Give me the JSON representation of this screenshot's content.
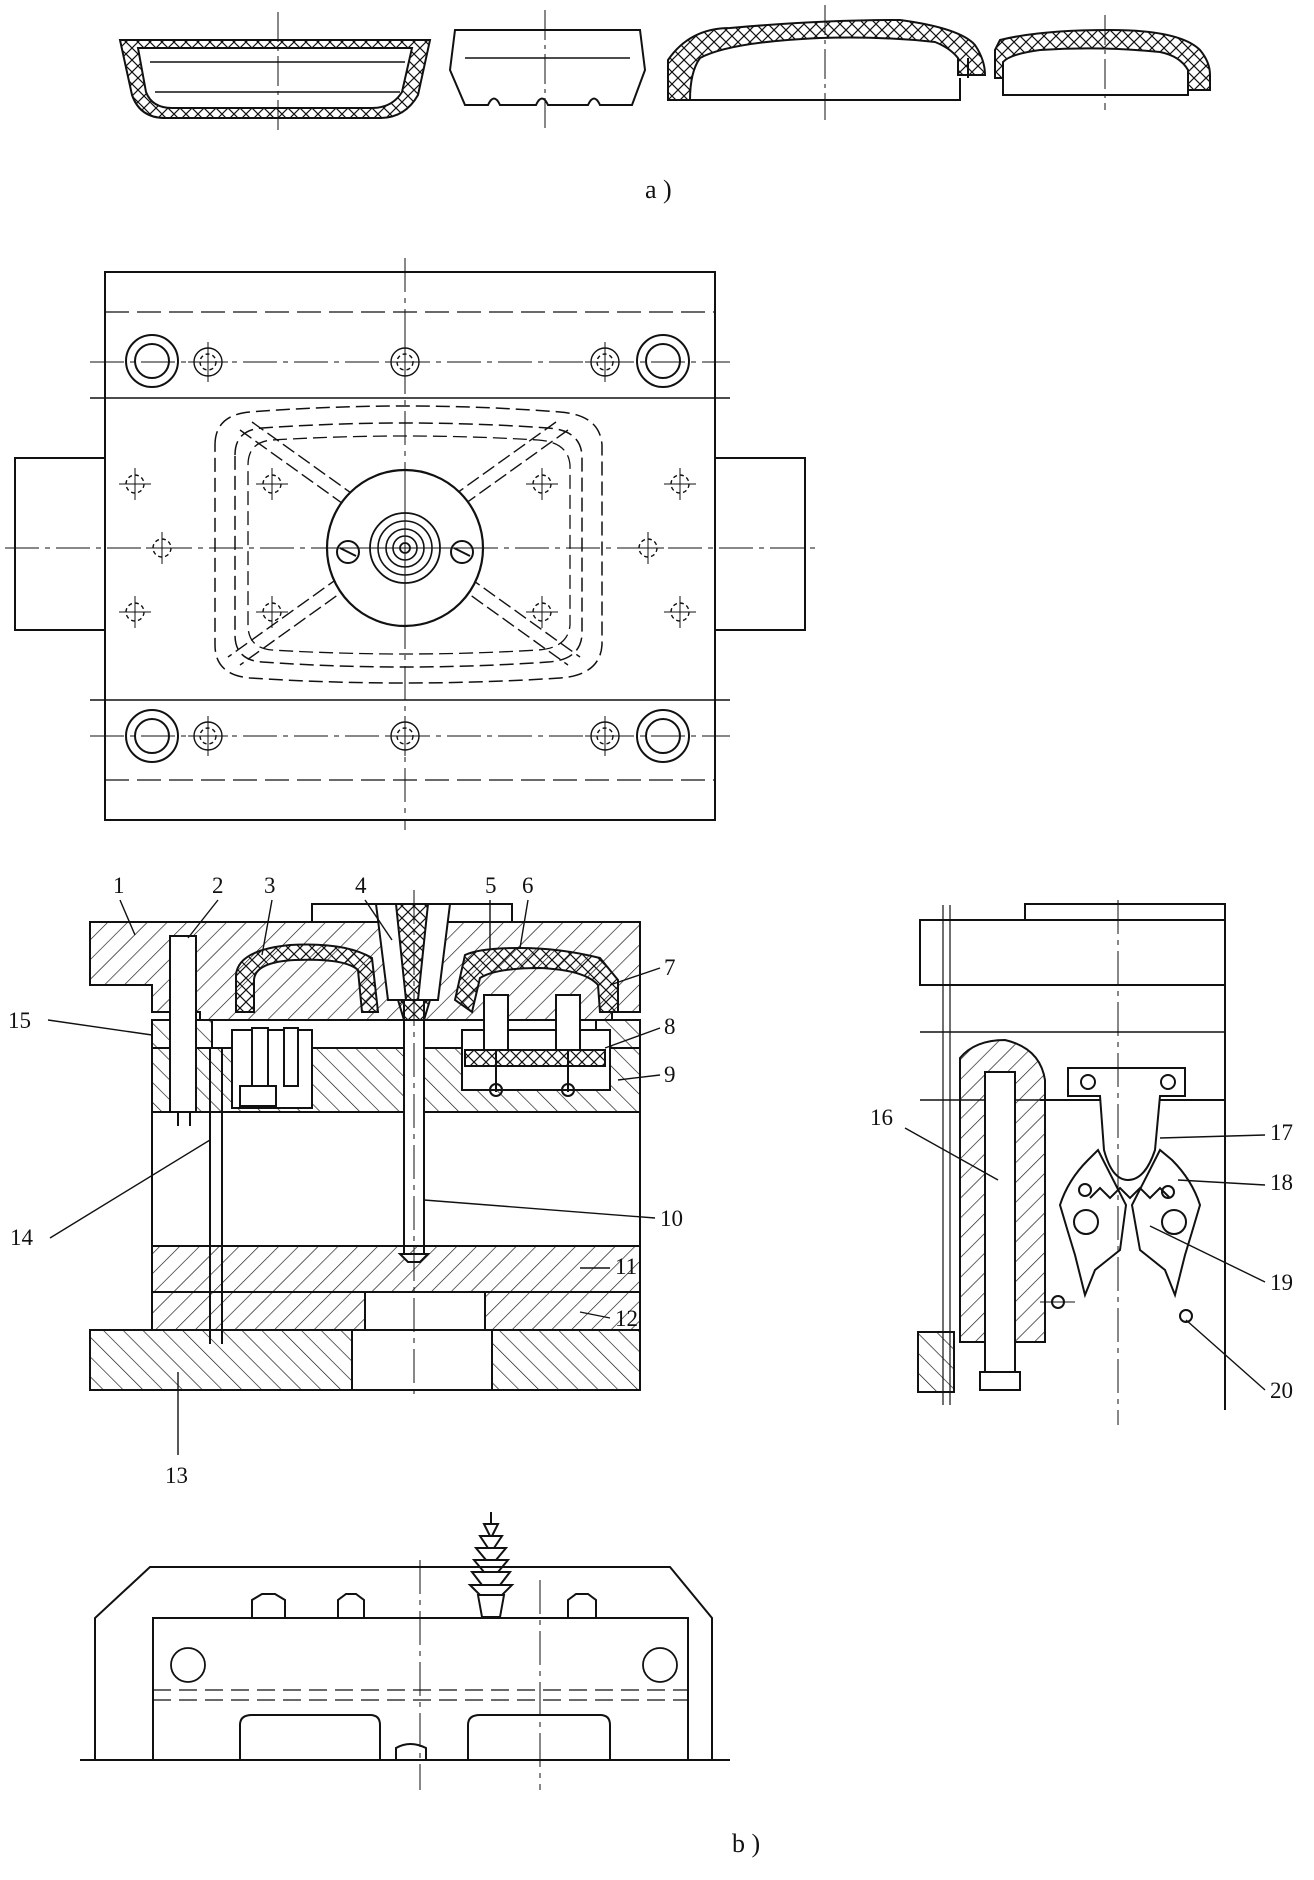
{
  "captions": {
    "a": "a )",
    "b": "b )"
  },
  "part_labels": [
    "1",
    "2",
    "3",
    "4",
    "5",
    "6",
    "7",
    "8",
    "9",
    "10",
    "11",
    "12",
    "13",
    "14",
    "15",
    "16",
    "17",
    "18",
    "19",
    "20"
  ],
  "colors": {
    "ink": "#111111",
    "paper": "#ffffff"
  }
}
